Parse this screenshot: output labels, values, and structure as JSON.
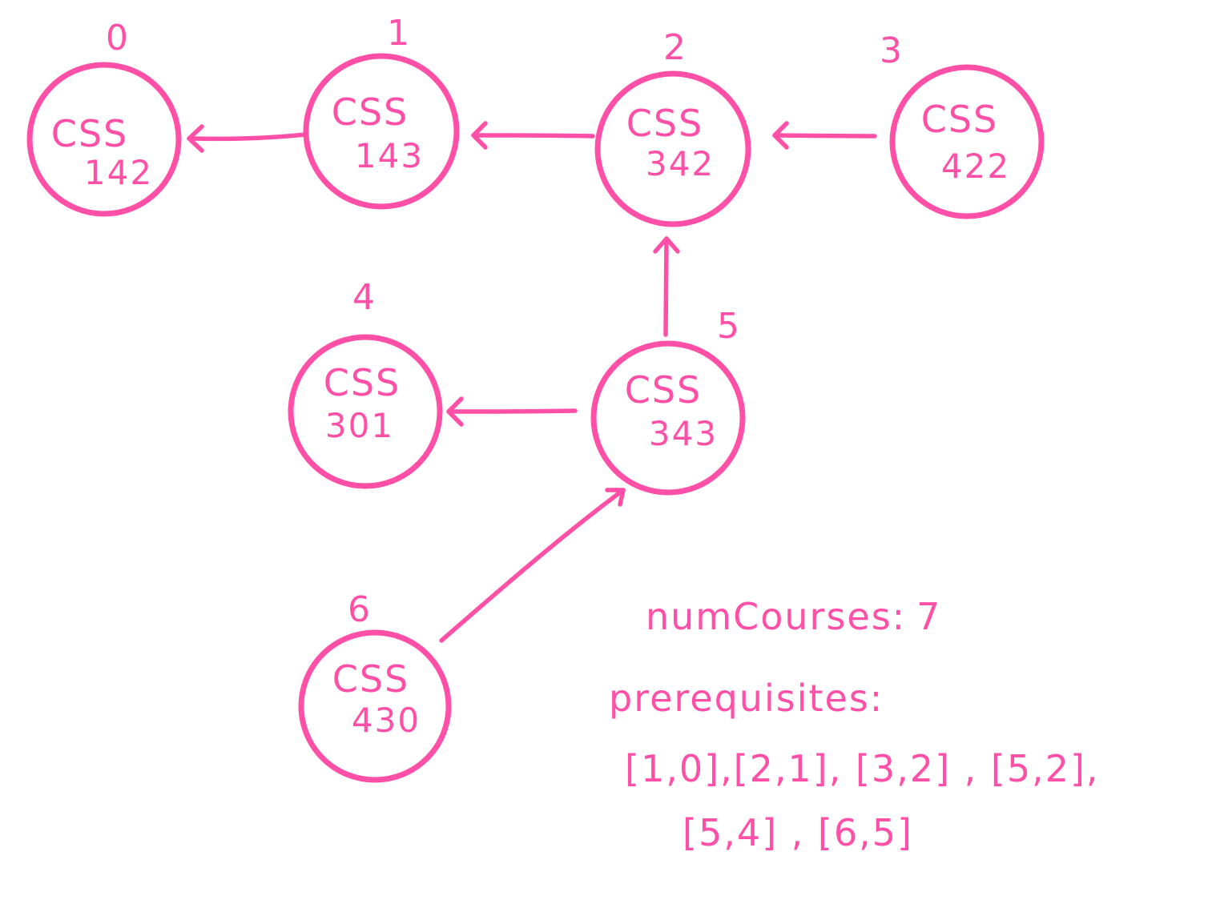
{
  "accent_color": "#ff4fa7",
  "nodes": [
    {
      "index": "0",
      "dept": "CSS",
      "num": "142"
    },
    {
      "index": "1",
      "dept": "CSS",
      "num": "143"
    },
    {
      "index": "2",
      "dept": "CSS",
      "num": "342"
    },
    {
      "index": "3",
      "dept": "CSS",
      "num": "422"
    },
    {
      "index": "4",
      "dept": "CSS",
      "num": "301"
    },
    {
      "index": "5",
      "dept": "CSS",
      "num": "343"
    },
    {
      "index": "6",
      "dept": "CSS",
      "num": "430"
    }
  ],
  "edges": [
    {
      "from": "1",
      "to": "0"
    },
    {
      "from": "2",
      "to": "1"
    },
    {
      "from": "3",
      "to": "2"
    },
    {
      "from": "5",
      "to": "2"
    },
    {
      "from": "5",
      "to": "4"
    },
    {
      "from": "6",
      "to": "5"
    }
  ],
  "notes": {
    "num_courses_label": "numCourses:",
    "num_courses_value": "7",
    "prerequisites_label": "prerequisites:",
    "prerequisites_line1": "[1,0],[2,1], [3,2] , [5,2],",
    "prerequisites_line2": "[5,4] , [6,5]"
  }
}
